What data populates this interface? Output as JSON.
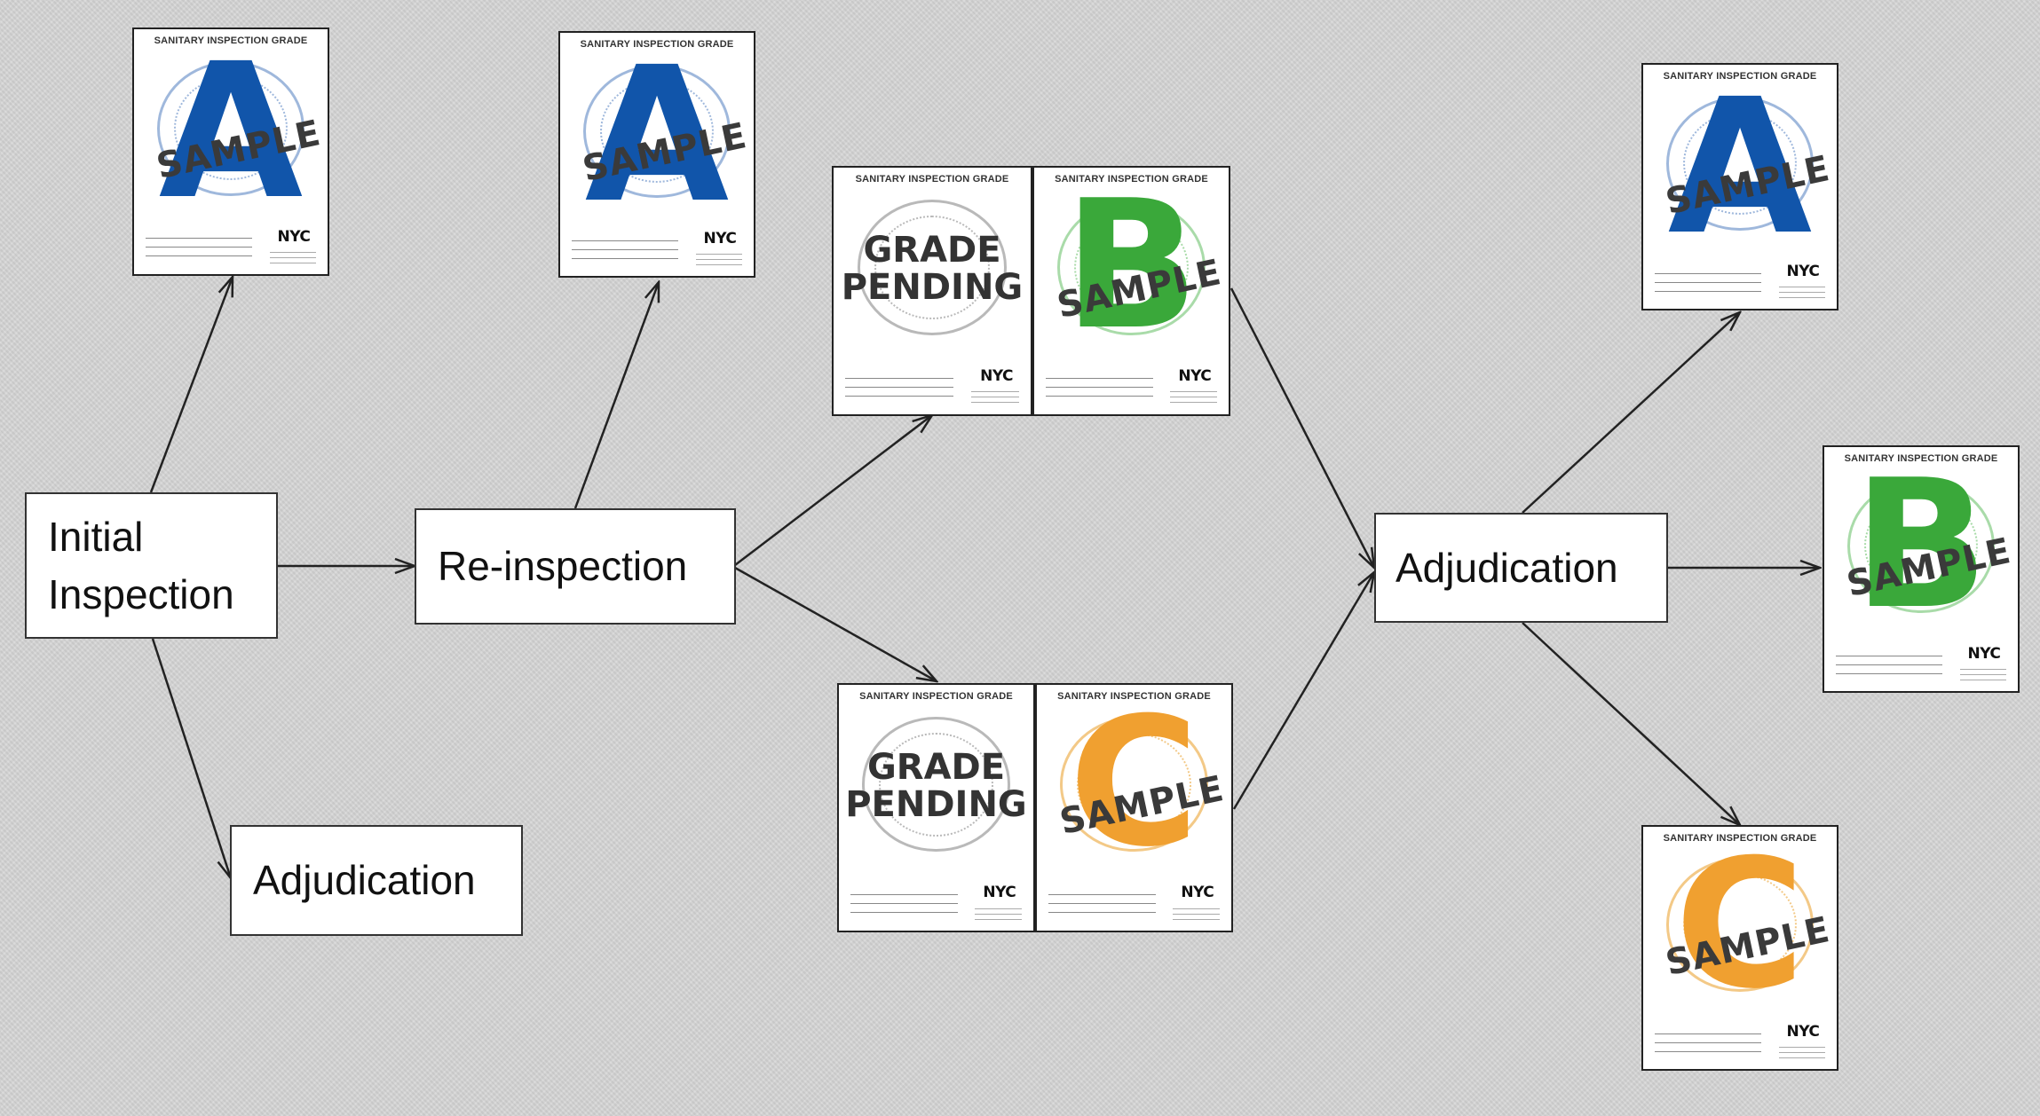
{
  "diagram": {
    "boxes": {
      "initial_inspection": "Initial\nInspection",
      "re_inspection": "Re-inspection",
      "adjudication_left": "Adjudication",
      "adjudication_right": "Adjudication"
    },
    "card_header": "SANITARY INSPECTION GRADE",
    "sample_text": "SAMPLE",
    "pending_text": "GRADE\nPENDING",
    "nyc_logo": "NYC",
    "grades": {
      "a": "A",
      "b": "B",
      "c": "C"
    },
    "colors": {
      "grade_a": "#1155aa",
      "grade_b": "#3aa83a",
      "grade_c": "#f0a030",
      "seal_a": "#9fb8dc",
      "seal_b": "#a9dba9",
      "seal_c": "#f3c987",
      "seal_pending": "#b9b9b9"
    }
  }
}
